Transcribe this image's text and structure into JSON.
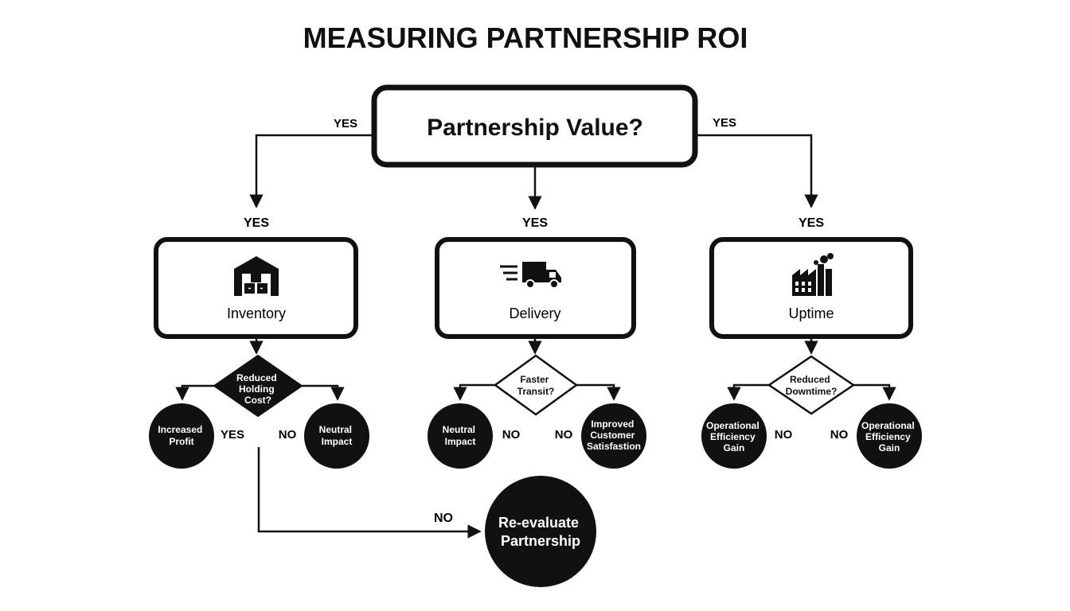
{
  "title": "MEASURING PARTNERSHIP ROI",
  "root": {
    "label": "Partnership Value?"
  },
  "edge_labels": {
    "root_left": "YES",
    "root_right": "YES",
    "branch_left": "YES",
    "branch_center": "YES",
    "branch_right": "YES"
  },
  "branches": [
    {
      "label": "Inventory",
      "icon": "warehouse-icon",
      "decision": [
        "Reduced",
        "Holding",
        "Cost?"
      ],
      "outcome_left": [
        "Increased",
        "Profit"
      ],
      "outcome_right": [
        "Neutral",
        "Impact"
      ],
      "label_left": "YES",
      "label_right": "NO"
    },
    {
      "label": "Delivery",
      "icon": "delivery-truck-icon",
      "decision": [
        "Faster",
        "Transit?"
      ],
      "outcome_left": [
        "Neutral",
        "Impact"
      ],
      "outcome_right": [
        "Improved",
        "Customer",
        "Satisfastion"
      ],
      "label_left": "NO",
      "label_right": "NO"
    },
    {
      "label": "Uptime",
      "icon": "factory-icon",
      "decision": [
        "Reduced",
        "Downtime?"
      ],
      "outcome_left": [
        "Operational",
        "Efficiency",
        "Gain"
      ],
      "outcome_right": [
        "Operational",
        "Efficiency",
        "Gain"
      ],
      "label_left": "NO",
      "label_right": "NO"
    }
  ],
  "final": {
    "label_lines": [
      "Re-evaluate",
      "Partnership"
    ],
    "edge_label": "NO"
  }
}
